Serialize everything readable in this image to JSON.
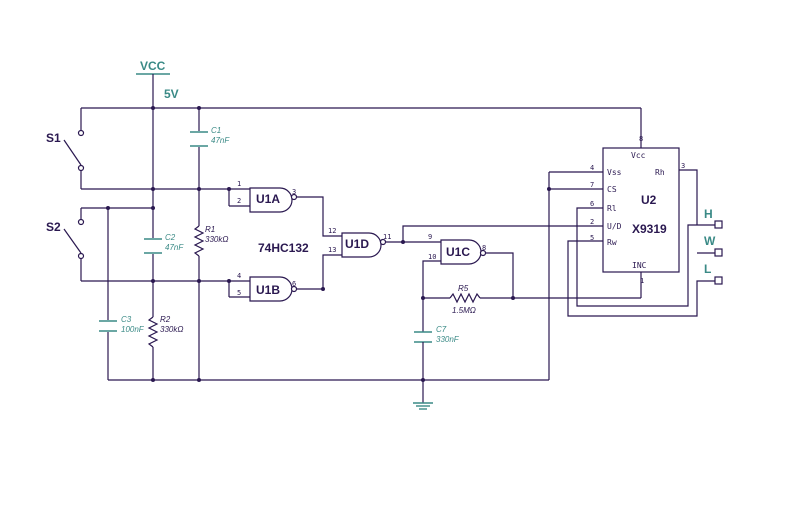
{
  "power": {
    "net": "VCC",
    "value": "5V"
  },
  "switches": {
    "s1": "S1",
    "s2": "S2"
  },
  "caps": {
    "c1": {
      "ref": "C1",
      "value": "47nF"
    },
    "c2": {
      "ref": "C2",
      "value": "47nF"
    },
    "c3": {
      "ref": "C3",
      "value": "100nF"
    },
    "c7": {
      "ref": "C7",
      "value": "330nF"
    }
  },
  "resistors": {
    "r1": {
      "ref": "R1",
      "value": "330kΩ"
    },
    "r2": {
      "ref": "R2",
      "value": "330kΩ"
    },
    "r5": {
      "ref": "R5",
      "value": "1.5MΩ"
    }
  },
  "gates": {
    "part": "74HC132",
    "u1a": {
      "ref": "U1A",
      "pins": [
        "1",
        "2",
        "3"
      ]
    },
    "u1b": {
      "ref": "U1B",
      "pins": [
        "4",
        "5",
        "6"
      ]
    },
    "u1c": {
      "ref": "U1C",
      "pins": [
        "9",
        "10",
        "8"
      ]
    },
    "u1d": {
      "ref": "U1D",
      "pins": [
        "12",
        "13",
        "11"
      ]
    }
  },
  "ic": {
    "ref": "U2",
    "part": "X9319",
    "pins": {
      "vcc": {
        "num": "8",
        "name": "Vcc"
      },
      "vss": {
        "num": "4",
        "name": "Vss"
      },
      "cs": {
        "num": "7",
        "name": "CS"
      },
      "rl": {
        "num": "6",
        "name": "Rl"
      },
      "ud": {
        "num": "2",
        "name": "U/D"
      },
      "rw": {
        "num": "5",
        "name": "Rw"
      },
      "rh": {
        "num": "3",
        "name": "Rh"
      },
      "inc": {
        "num": "1",
        "name": "INC"
      }
    }
  },
  "outputs": {
    "h": "H",
    "w": "W",
    "l": "L"
  }
}
